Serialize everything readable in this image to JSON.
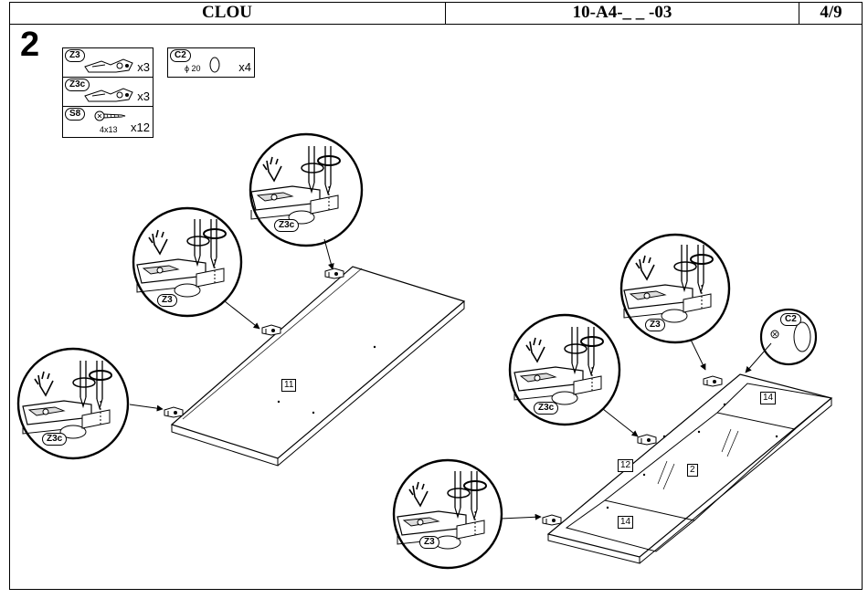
{
  "header": {
    "name": "CLOU",
    "code": "10-A4-_ _ -03",
    "page": "4/9"
  },
  "step": {
    "number": "2"
  },
  "parts": [
    {
      "tag": "Z3",
      "qty": "x3",
      "dim": "",
      "icon": "hinge-icon"
    },
    {
      "tag": "Z3c",
      "qty": "x3",
      "dim": "",
      "icon": "hinge-icon"
    },
    {
      "tag": "S8",
      "qty": "x12",
      "dim": "4x13",
      "icon": "screw-icon"
    }
  ],
  "cap_part": {
    "tag": "C2",
    "dim": "ϕ 20",
    "qty": "x4",
    "icon": "cap-icon"
  },
  "panels": {
    "left": "11",
    "top_right": "14",
    "center_right": "2",
    "frame_right": "12",
    "bottom_right": "14"
  },
  "callouts": {
    "top": "Z3c",
    "middle_left": "Z3",
    "bottom_left": "Z3c",
    "right_top": "Z3",
    "right_middle": "Z3c",
    "right_bottom": "Z3",
    "cap": "C2"
  }
}
